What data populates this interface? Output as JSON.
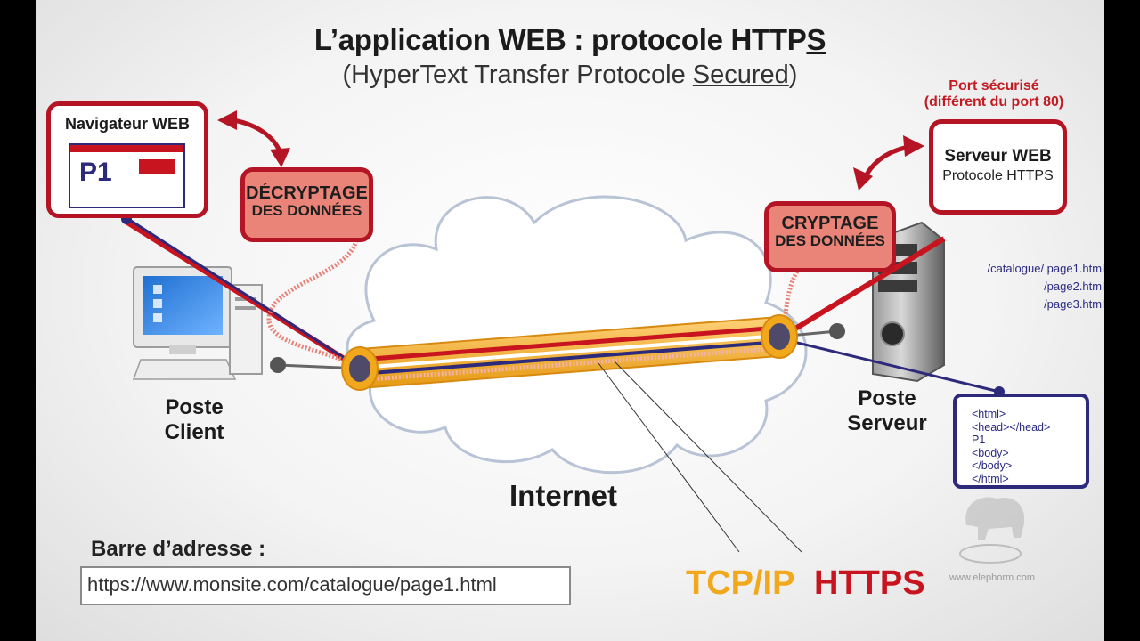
{
  "title": {
    "main": "L’application WEB : protocole HTTP",
    "main_last": "S",
    "sub_open": "(HyperText Transfer Protocole ",
    "sub_underlined": "Secured",
    "sub_close": ")"
  },
  "client": {
    "browser_label": "Navigateur WEB",
    "page_label": "P1",
    "decrypt_line1": "DÉCRYPTAGE",
    "decrypt_line2": "DES DONNÉES",
    "node_line1": "Poste",
    "node_line2": "Client"
  },
  "server": {
    "port_line1": "Port sécurisé",
    "port_line2": "(différent du port 80)",
    "server_title": "Serveur WEB",
    "server_protocol": "Protocole HTTPS",
    "crypt_line1": "CRYPTAGE",
    "crypt_line2": "DES DONNÉES",
    "node_line1": "Poste",
    "node_line2": "Serveur",
    "paths": [
      "/catalogue/ page1.html",
      "/page2.html",
      "/page3.html"
    ],
    "code": [
      "<html>",
      "<head></head>",
      "P1",
      "<body>",
      "</body>",
      "</html>"
    ]
  },
  "network": {
    "internet_label": "Internet",
    "tcp_label": "TCP/IP",
    "https_label": "HTTPS"
  },
  "address_bar": {
    "label": "Barre d’adresse :",
    "url": "https://www.monsite.com/catalogue/page1.html"
  },
  "watermark": "www.elephorm.com",
  "colors": {
    "accent_red": "#b41424",
    "bubble_red_fill": "#eb8478",
    "tunnel_orange": "#f2a81c",
    "line_blue": "#2d2a7c"
  }
}
